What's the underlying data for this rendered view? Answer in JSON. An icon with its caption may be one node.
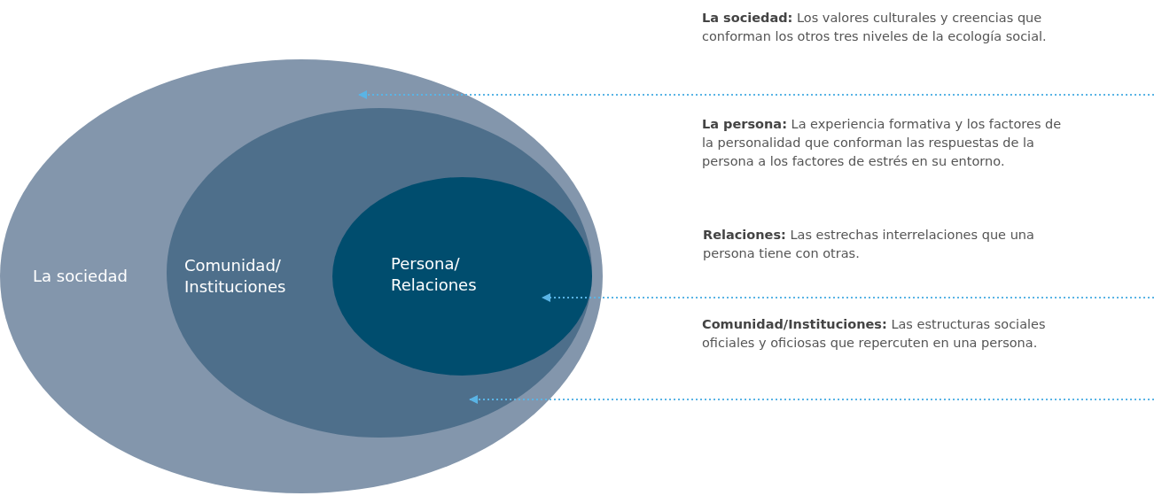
{
  "diagram": {
    "nodes": [
      {
        "text": [
          "La sociedad"
        ]
      },
      {
        "text": [
          "Comunidad/ Instituciones"
        ],
        "in": 0
      },
      {
        "text": [
          "Persona/ Relaciones"
        ],
        "in": 1
      }
    ],
    "edges": [
      {
        "from": null,
        "to": 0,
        "arrow": "to",
        "style": "dashed"
      },
      {
        "from": null,
        "to": 2,
        "arrow": "to",
        "style": "dashed"
      },
      {
        "from": null,
        "to": 1,
        "arrow": "to",
        "style": "dashed"
      }
    ],
    "labels": [
      "**La sociedad:** Los valores culturales y creencias que conforman los otros tres niveles de la ecología social.",
      "**La persona:** La experiencia formativa y los factores de la personalidad que conforman las respuestas de la persona a los factores de estrés en su entorno.",
      "**Relaciones:** Las estrechas interrelaciones que una persona tiene con otras.",
      "**Comunidad/Instituciones:** Las estructuras sociales oficiales y oficiosas que repercuten en una persona."
    ]
  }
}
